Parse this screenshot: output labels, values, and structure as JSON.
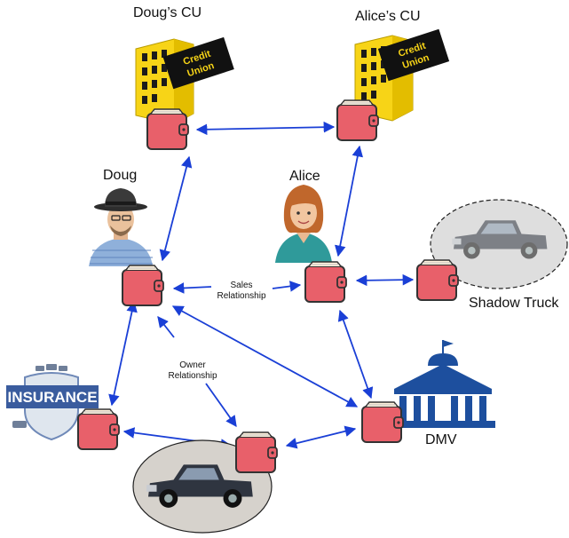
{
  "nodes": {
    "dougs_cu": {
      "label": "Doug’s CU",
      "sign_line1": "Credit",
      "sign_line2": "Union"
    },
    "alices_cu": {
      "label": "Alice’s CU",
      "sign_line1": "Credit",
      "sign_line2": "Union"
    },
    "doug": {
      "label": "Doug"
    },
    "alice": {
      "label": "Alice"
    },
    "shadow_truck": {
      "label": "Shadow Truck"
    },
    "insurance": {
      "label": "INSURANCE"
    },
    "dmv": {
      "label": "DMV"
    }
  },
  "relationships": {
    "sales": {
      "line1": "Sales",
      "line2": "Relationship"
    },
    "owner": {
      "line1": "Owner",
      "line2": "Relationship"
    }
  },
  "colors": {
    "wallet": "#e8606a",
    "arrow": "#1a3fd6",
    "building_yellow": "#f7d417",
    "dmv_blue": "#1d4f9e",
    "insurance_blue": "#3a5c9e"
  }
}
